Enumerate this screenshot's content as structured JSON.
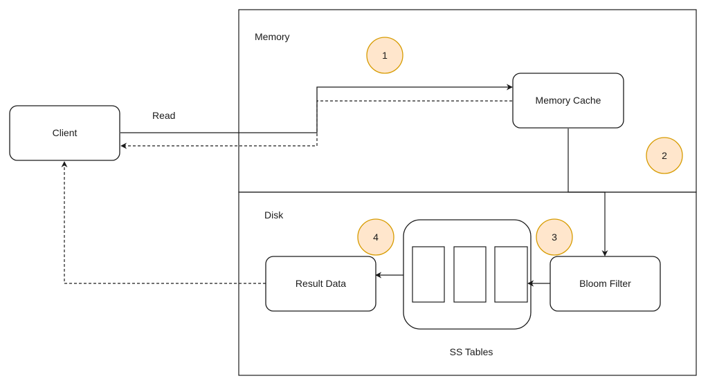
{
  "colors": {
    "stroke": "#1a1a1a",
    "badge_fill": "#ffe6cc",
    "badge_stroke": "#d79b00",
    "background": "#ffffff"
  },
  "regions": {
    "memory": "Memory",
    "disk": "Disk"
  },
  "nodes": {
    "client": "Client",
    "memory_cache": "Memory Cache",
    "bloom_filter": "Bloom Filter",
    "result_data": "Result Data",
    "ss_tables": "SS Tables"
  },
  "edge_labels": {
    "read": "Read"
  },
  "steps": [
    "1",
    "2",
    "3",
    "4"
  ],
  "edges": [
    {
      "from": "Client",
      "to": "Memory Cache",
      "style": "solid",
      "label": "Read"
    },
    {
      "from": "Memory Cache",
      "to": "Client",
      "style": "dashed"
    },
    {
      "from": "Memory Cache",
      "to": "Bloom Filter",
      "style": "solid"
    },
    {
      "from": "Bloom Filter",
      "to": "SS Tables",
      "style": "solid"
    },
    {
      "from": "SS Tables",
      "to": "Result Data",
      "style": "solid"
    },
    {
      "from": "Result Data",
      "to": "Client",
      "style": "dashed"
    }
  ]
}
